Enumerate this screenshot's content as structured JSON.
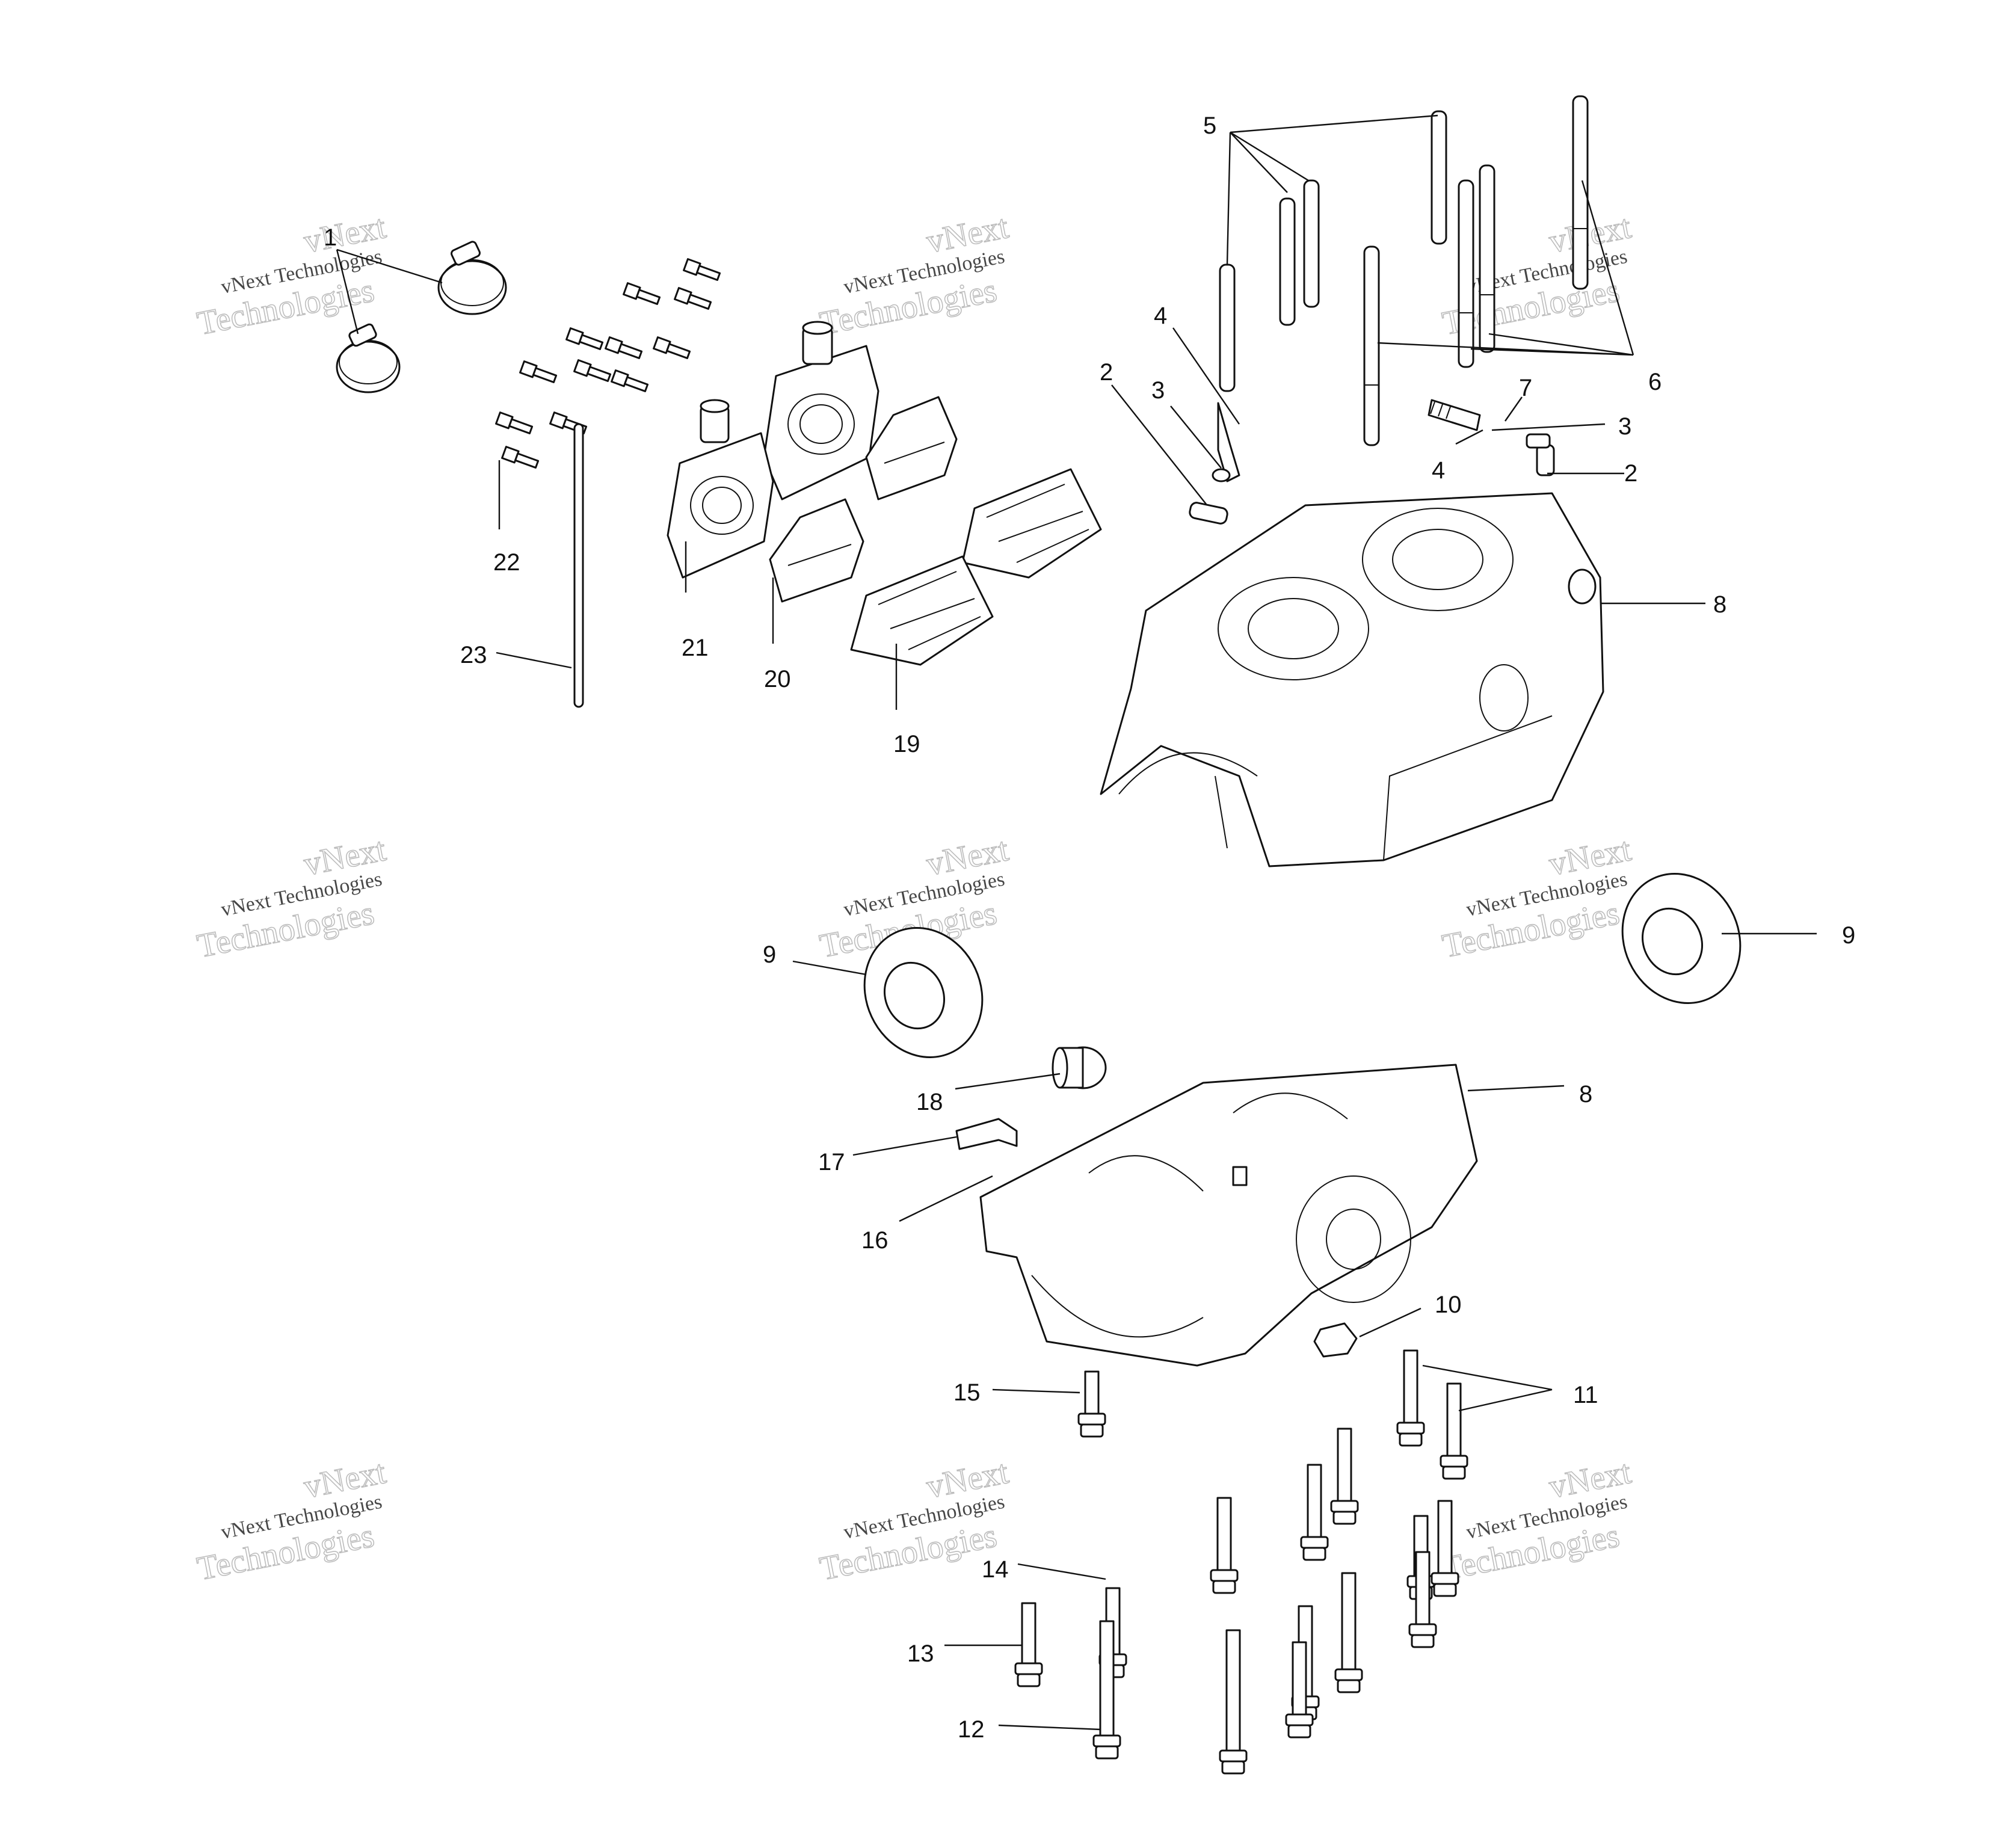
{
  "callouts": [
    {
      "id": "c1",
      "label": "1"
    },
    {
      "id": "c2a",
      "label": "2"
    },
    {
      "id": "c2b",
      "label": "2"
    },
    {
      "id": "c3a",
      "label": "3"
    },
    {
      "id": "c3b",
      "label": "3"
    },
    {
      "id": "c4a",
      "label": "4"
    },
    {
      "id": "c4b",
      "label": "4"
    },
    {
      "id": "c5",
      "label": "5"
    },
    {
      "id": "c6",
      "label": "6"
    },
    {
      "id": "c7",
      "label": "7"
    },
    {
      "id": "c8a",
      "label": "8"
    },
    {
      "id": "c8b",
      "label": "8"
    },
    {
      "id": "c9a",
      "label": "9"
    },
    {
      "id": "c9b",
      "label": "9"
    },
    {
      "id": "c10",
      "label": "10"
    },
    {
      "id": "c11",
      "label": "11"
    },
    {
      "id": "c12",
      "label": "12"
    },
    {
      "id": "c13",
      "label": "13"
    },
    {
      "id": "c14",
      "label": "14"
    },
    {
      "id": "c15",
      "label": "15"
    },
    {
      "id": "c16",
      "label": "16"
    },
    {
      "id": "c17",
      "label": "17"
    },
    {
      "id": "c18",
      "label": "18"
    },
    {
      "id": "c19",
      "label": "19"
    },
    {
      "id": "c20",
      "label": "20"
    },
    {
      "id": "c21",
      "label": "21"
    },
    {
      "id": "c22",
      "label": "22"
    },
    {
      "id": "c23",
      "label": "23"
    }
  ],
  "watermark": {
    "line1": "vNext Technologies",
    "line2": "vNext",
    "line3": "Technologies"
  }
}
